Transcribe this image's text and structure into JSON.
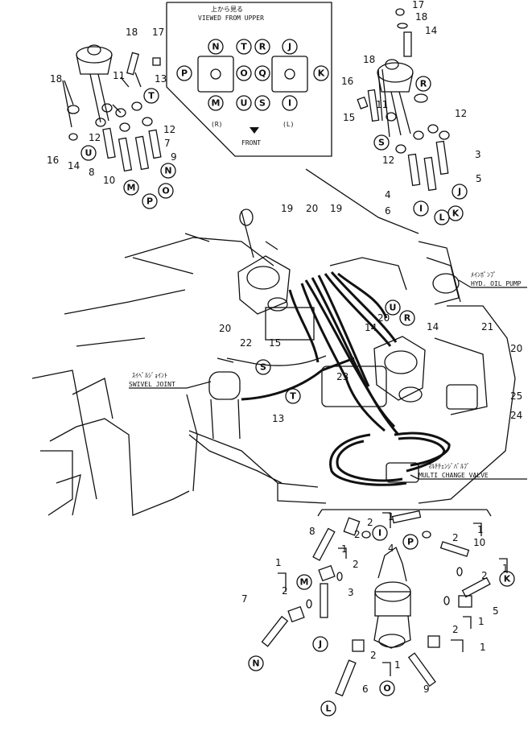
{
  "inset": {
    "title_jp": "上から見る",
    "title_en": "VIEWED FROM UPPER",
    "front_label": "FRONT",
    "right_label": "(R)",
    "left_label": "(L)",
    "right_ports": [
      "N",
      "T",
      "P",
      "O",
      "M",
      "U"
    ],
    "left_ports": [
      "R",
      "J",
      "Q",
      "K",
      "S",
      "I"
    ]
  },
  "labels": {
    "pump_jp": "ﾒｲﾝﾎﾟﾝﾌﾟ",
    "pump_en": "HYD. OIL PUMP",
    "swivel_jp": "ｽｲﾍﾞﾙｼﾞｮｲﾝﾄ",
    "swivel_en": "SWIVEL JOINT",
    "valve_jp": "ﾏﾙﾁﾁｪﾝｼﾞﾊﾞﾙﾌﾞ",
    "valve_en": "MULTI CHANGE VALVE"
  },
  "callouts": {
    "top_left": [
      "18",
      "17",
      "13",
      "11",
      "18",
      "12",
      "12",
      "7",
      "9",
      "16",
      "14",
      "8",
      "10"
    ],
    "top_right": [
      "17",
      "18",
      "14",
      "18",
      "16",
      "15",
      "11",
      "12",
      "3",
      "12",
      "5",
      "4",
      "6"
    ],
    "center": [
      "19",
      "20",
      "19",
      "20",
      "22",
      "15",
      "14",
      "20",
      "14",
      "21",
      "20",
      "23",
      "25",
      "24",
      "13"
    ],
    "bottom": [
      "1",
      "2",
      "2",
      "1",
      "4",
      "8",
      "1",
      "2",
      "10",
      "1",
      "2",
      "1",
      "2",
      "3",
      "7",
      "5",
      "2",
      "1",
      "2",
      "1",
      "2",
      "1",
      "6",
      "9"
    ]
  },
  "circled_letters": {
    "top_left": [
      "T",
      "U",
      "N",
      "M",
      "O",
      "P"
    ],
    "top_right": [
      "R",
      "S",
      "J",
      "I",
      "L",
      "K"
    ],
    "center": [
      "U",
      "R",
      "S",
      "T"
    ],
    "bottom": [
      "I",
      "P",
      "M",
      "K",
      "J",
      "N",
      "L",
      "O"
    ]
  }
}
